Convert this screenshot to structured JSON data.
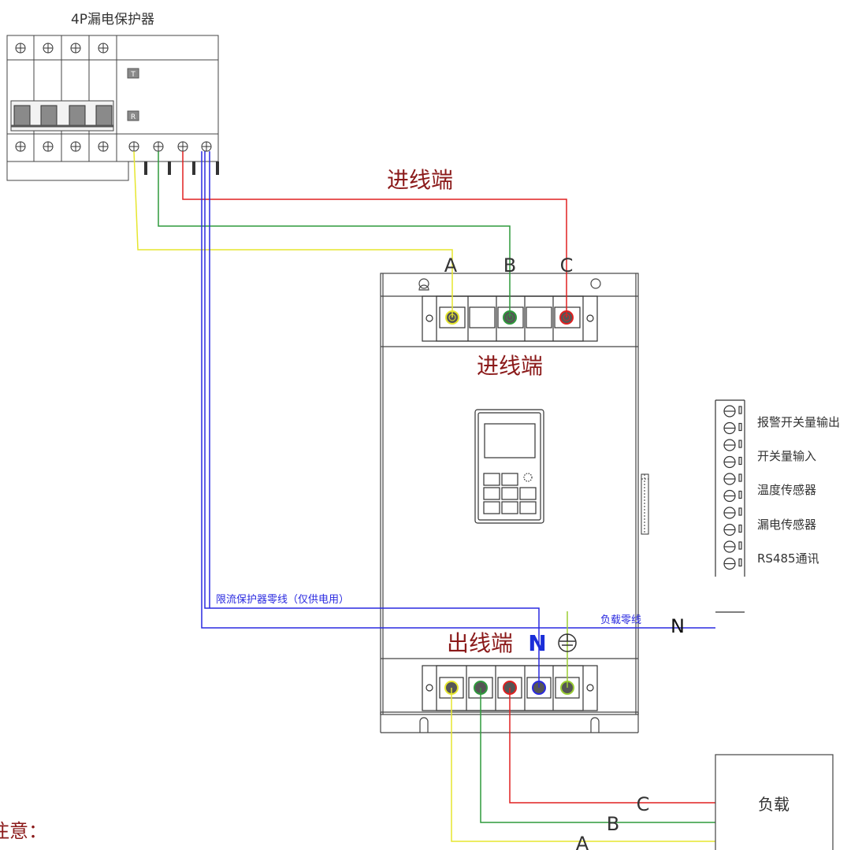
{
  "breaker": {
    "title": "4P漏电保护器",
    "test_btn": "T",
    "reset_btn": "R"
  },
  "labels": {
    "input_top": "进线端",
    "input_panel": "进线端",
    "output_panel": "出线端",
    "neutral": "N",
    "phase_a": "A",
    "phase_b": "B",
    "phase_c": "C",
    "limit_neutral": "限流保护器零线（仅供电用）",
    "load_neutral": "负载零线",
    "load_n": "N",
    "load_c": "C",
    "load_b": "B",
    "load_a": "A",
    "load": "负载",
    "note": "注意："
  },
  "terminal_block": {
    "items": [
      "报警开关量输出",
      "开关量输入",
      "温度传感器",
      "漏电传感器",
      "RS485通讯"
    ]
  },
  "colors": {
    "phase_a": "#e6e62e",
    "phase_b": "#2e9a3c",
    "phase_c": "#e02020",
    "neutral": "#2a2ae0",
    "ground": "#9acd32",
    "label_red": "#8b1a1a",
    "label_blue": "#1a2ed8",
    "line": "#333333"
  }
}
